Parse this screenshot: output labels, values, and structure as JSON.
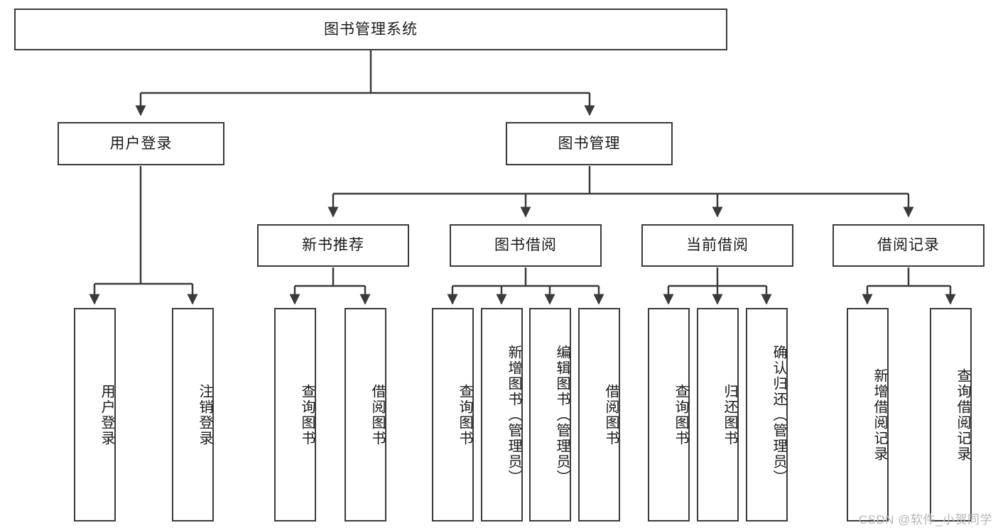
{
  "diagram": {
    "type": "tree",
    "title": "图书管理系统",
    "orientation": "top-down",
    "colors": {
      "box_border": "#3a3a3a",
      "box_fill": "#ffffff",
      "edge": "#3a3a3a",
      "text": "#1a1a1a",
      "watermark": "#b6b6b6"
    },
    "watermark": "CSDN @软件_小贺同学",
    "nodes": {
      "root": {
        "label": "图书管理系统",
        "level": 0
      },
      "l1": [
        {
          "id": "user_login",
          "label": "用户登录"
        },
        {
          "id": "book_manage",
          "label": "图书管理"
        }
      ],
      "l2": [
        {
          "id": "new_book_rec",
          "label": "新书推荐",
          "parent": "book_manage"
        },
        {
          "id": "book_borrow",
          "label": "图书借阅",
          "parent": "book_manage"
        },
        {
          "id": "current_borrow",
          "label": "当前借阅",
          "parent": "book_manage"
        },
        {
          "id": "borrow_record",
          "label": "借阅记录",
          "parent": "book_manage"
        }
      ],
      "leaves": {
        "user_login": [
          {
            "id": "leaf_user_login",
            "label": "用户登录"
          },
          {
            "id": "leaf_user_logout",
            "label": "注销登录"
          }
        ],
        "new_book_rec": [
          {
            "id": "leaf_query_book_1",
            "label": "查询图书"
          },
          {
            "id": "leaf_borrow_book_1",
            "label": "借阅图书"
          }
        ],
        "book_borrow": [
          {
            "id": "leaf_query_book_2",
            "label": "查询图书"
          },
          {
            "id": "leaf_add_book",
            "label": "新增图书（管理员）"
          },
          {
            "id": "leaf_edit_book",
            "label": "编辑图书（管理员）"
          },
          {
            "id": "leaf_borrow_book_2",
            "label": "借阅图书"
          }
        ],
        "current_borrow": [
          {
            "id": "leaf_query_book_3",
            "label": "查询图书"
          },
          {
            "id": "leaf_return_book",
            "label": "归还图书"
          },
          {
            "id": "leaf_confirm_return",
            "label": "确认归还（管理员）"
          }
        ],
        "borrow_record": [
          {
            "id": "leaf_add_record",
            "label": "新增借阅记录"
          },
          {
            "id": "leaf_query_record",
            "label": "查询借阅记录"
          }
        ]
      }
    }
  }
}
